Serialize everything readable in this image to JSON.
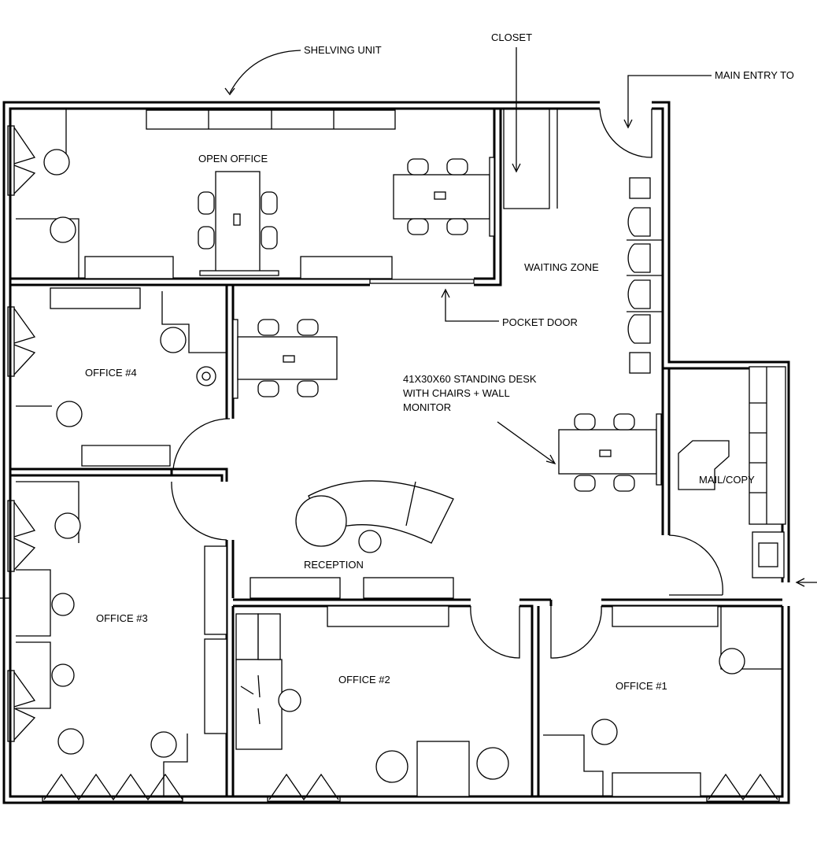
{
  "labels": {
    "shelving_unit": "SHELVING UNIT",
    "closet": "CLOSET",
    "main_entry": "MAIN ENTRY TO",
    "open_office": "OPEN OFFICE",
    "waiting_zone": "WAITING ZONE",
    "pocket_door": "POCKET DOOR",
    "office_4": "OFFICE #4",
    "standing_desk_line1": "41X30X60 STANDING DESK",
    "standing_desk_line2": "WITH CHAIRS + WALL",
    "standing_desk_line3": "MONITOR",
    "mail_copy": "MAIL/COPY",
    "reception": "RECEPTION",
    "office_3": "OFFICE #3",
    "office_2": "OFFICE #2",
    "office_1": "OFFICE #1"
  },
  "colors": {
    "line": "#000000",
    "background": "#ffffff"
  }
}
